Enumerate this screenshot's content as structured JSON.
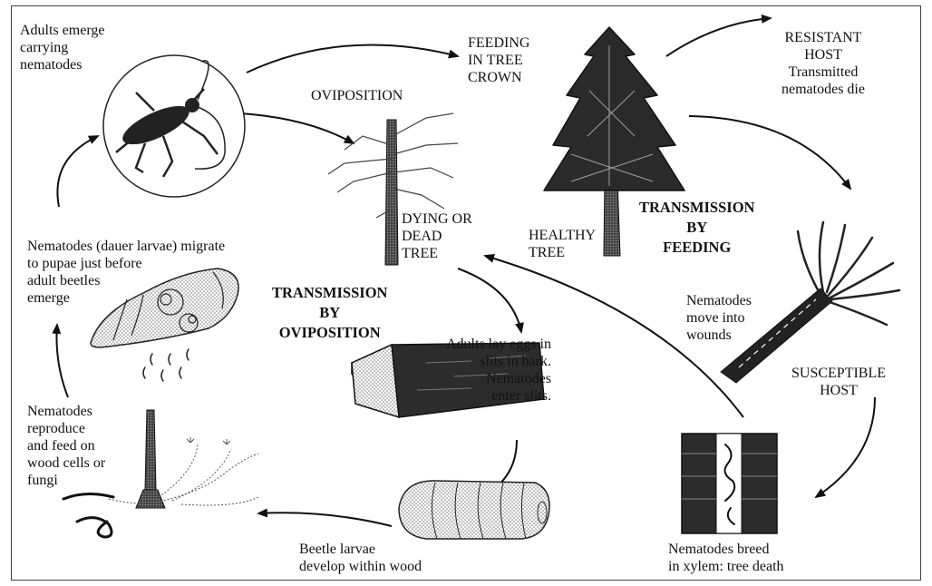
{
  "labels": {
    "adults_emerge": "Adults emerge\ncarrying\nnematodes",
    "oviposition": "OVIPOSITION",
    "feeding_crown": "FEEDING\nIN TREE\nCROWN",
    "resistant_host": "RESISTANT\nHOST\nTransmitted\nnematodes die",
    "dying_tree": "DYING OR\nDEAD\nTREE",
    "healthy_tree": "HEALTHY\nTREE",
    "transmission_feeding": "TRANSMISSION\nBY\nFEEDING",
    "dauer_migrate": "Nematodes (dauer larvae) migrate\nto pupae just before\nadult beetles\nemerge",
    "transmission_oviposition": "TRANSMISSION\nBY\nOVIPOSITION",
    "move_wounds": "Nematodes\nmove into\nwounds",
    "lay_eggs": "Adults lay eggs in\nslits in bark.\nNematodes\nenter slits.",
    "susceptible_host": "SUSCEPTIBLE\nHOST",
    "reproduce_feed": "Nematodes\nreproduce\nand feed on\nwood cells or\nfungi",
    "beetle_larvae": "Beetle larvae\ndevelop within wood",
    "breed_xylem": "Nematodes breed\nin xylem: tree death"
  },
  "colors": {
    "ink": "#111111",
    "stipple": "#9a9a9a",
    "dark_fill": "#333333"
  }
}
